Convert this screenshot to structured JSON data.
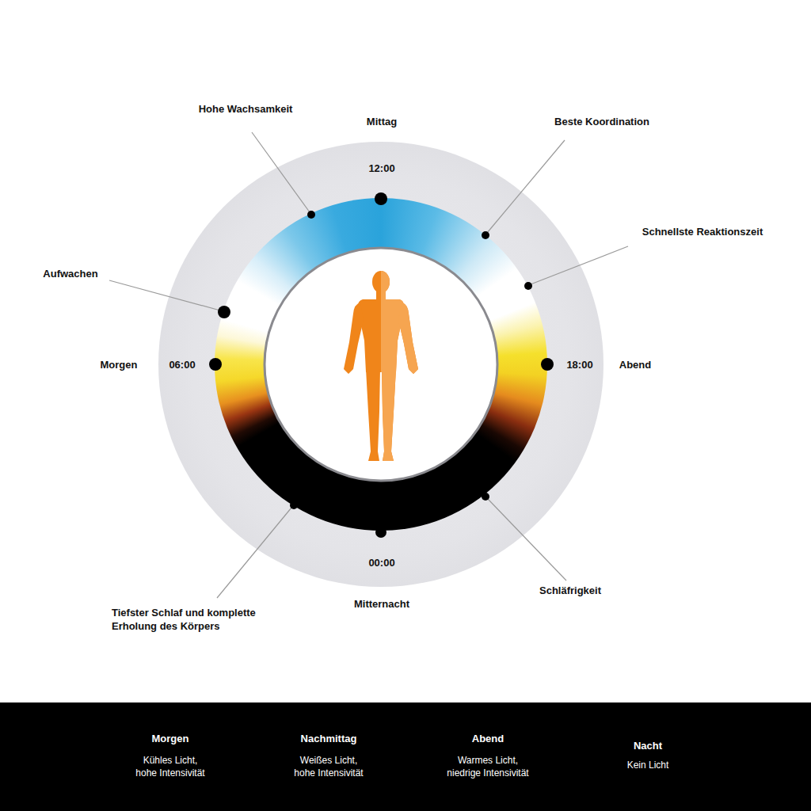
{
  "diagram": {
    "nodes": [
      {
        "text": [
          "Morgen",
          "Kühles Licht, hohe Intensivität",
          "Nachmittag",
          "Weißes Licht, hohe Intensivität",
          "Abend",
          "Warmes Licht, niedrige Intensivität",
          "Nacht",
          "Kein Licht"
        ]
      }
    ],
    "labels": [
      "Hohe Wachsamkeit",
      "Mittag",
      "Beste Koordination",
      "12:00",
      "Schnellste Reaktionszeit",
      "Aufwachen",
      "Morgen",
      "06:00",
      "18:00",
      "Abend",
      "Tiefster Schlaf und komplette Erholung des Körpers",
      "00:00",
      "Mitternacht",
      "Schläfrigkeit"
    ]
  }
}
